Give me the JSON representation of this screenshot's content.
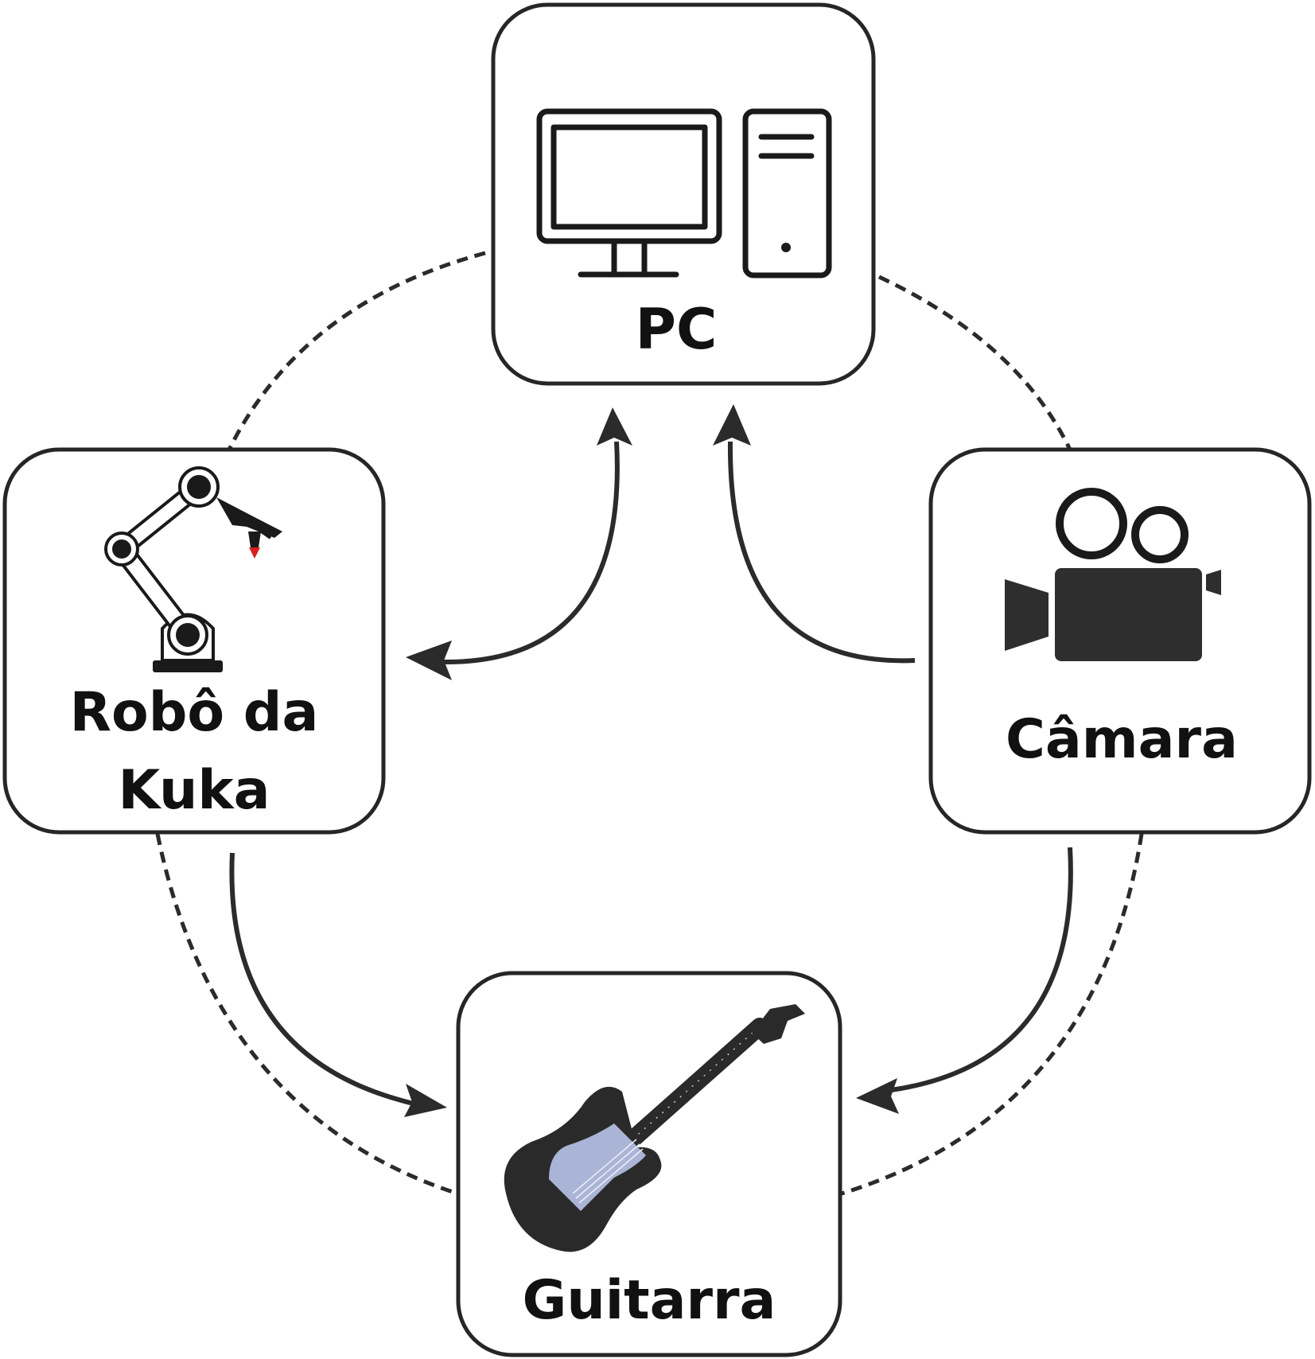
{
  "nodes": {
    "pc": {
      "label": "PC"
    },
    "robot": {
      "label_line1": "Robô da",
      "label_line2": "Kuka"
    },
    "camera": {
      "label": "Câmara"
    },
    "guitar": {
      "label": "Guitarra"
    }
  },
  "edges": [
    {
      "from": "pc",
      "to": "robot",
      "style": "solid",
      "direction": "both"
    },
    {
      "from": "camera",
      "to": "pc",
      "style": "solid",
      "direction": "forward"
    },
    {
      "from": "robot",
      "to": "guitar",
      "style": "solid",
      "direction": "forward"
    },
    {
      "from": "camera",
      "to": "guitar",
      "style": "solid",
      "direction": "forward"
    }
  ],
  "icons": {
    "pc": "desktop-computer-icon",
    "robot": "robotic-arm-icon",
    "camera": "video-camera-icon",
    "guitar": "electric-guitar-icon"
  },
  "colors": {
    "stroke": "#262626",
    "guitar_body": "#2a2a2a",
    "guitar_pickguard": "#aab4d6",
    "robot_tip": "#d42020"
  }
}
